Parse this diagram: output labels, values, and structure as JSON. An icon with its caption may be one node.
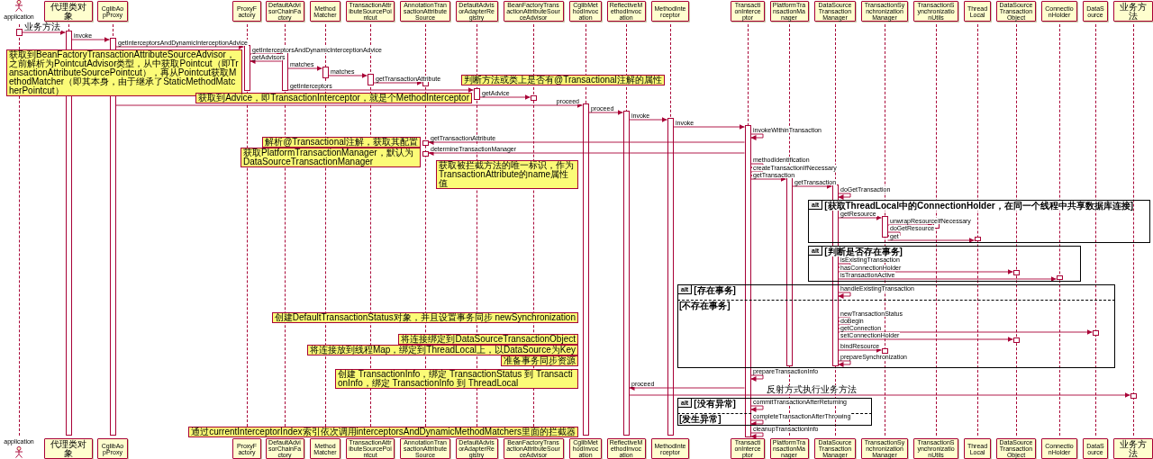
{
  "diagram": {
    "nodes": [
      {
        "text": [
          "application"
        ]
      },
      {
        "text": [
          "代理类对象"
        ]
      },
      {
        "text": [
          "CglibAopProxy"
        ]
      },
      {
        "text": [
          "ProxyFactory"
        ]
      },
      {
        "text": [
          "DefaultAdvisorChainFactory"
        ]
      },
      {
        "text": [
          "MethodMatcher"
        ]
      },
      {
        "text": [
          "TransactionAttributeSourcePointcut"
        ]
      },
      {
        "text": [
          "AnnotationTransactionAttributeSource"
        ]
      },
      {
        "text": [
          "DefaultAdvisorAdapterRegistry"
        ]
      },
      {
        "text": [
          "BeanFactoryTransactionAttributeSourceAdvisor"
        ]
      },
      {
        "text": [
          "CglibMethodInvocation"
        ]
      },
      {
        "text": [
          "ReflectiveMethodInvocation"
        ]
      },
      {
        "text": [
          "MethodInterceptor"
        ]
      },
      {
        "text": [
          "TransactionInterceptor"
        ]
      },
      {
        "text": [
          "PlatformTransactionManager"
        ]
      },
      {
        "text": [
          "DataSourceTransactionManager"
        ]
      },
      {
        "text": [
          "TransactionSynchronizationManager"
        ]
      },
      {
        "text": [
          "TransactionSynchronizationUtils"
        ]
      },
      {
        "text": [
          "ThreadLocal"
        ]
      },
      {
        "text": [
          "DataSourceTransactionObject"
        ]
      },
      {
        "text": [
          "ConnectionHolder"
        ]
      },
      {
        "text": [
          "DataSource"
        ]
      },
      {
        "text": [
          "业务方法"
        ]
      },
      {
        "text": [
          "application"
        ]
      },
      {
        "text": [
          "代理类对象"
        ]
      },
      {
        "text": [
          "CglibAopProxy"
        ]
      },
      {
        "text": [
          "ProxyFactory"
        ]
      },
      {
        "text": [
          "DefaultAdvisorChainFactory"
        ]
      },
      {
        "text": [
          "MethodMatcher"
        ]
      },
      {
        "text": [
          "TransactionAttributeSourcePointcut"
        ]
      },
      {
        "text": [
          "AnnotationTransactionAttributeSource"
        ]
      },
      {
        "text": [
          "DefaultAdvisorAdapterRegistry"
        ]
      },
      {
        "text": [
          "BeanFactoryTransactionAttributeSourceAdvisor"
        ]
      },
      {
        "text": [
          "CglibMethodInvocation"
        ]
      },
      {
        "text": [
          "ReflectiveMethodInvocation"
        ]
      },
      {
        "text": [
          "MethodInterceptor"
        ]
      },
      {
        "text": [
          "TransactionInterceptor"
        ]
      },
      {
        "text": [
          "PlatformTransactionManager"
        ]
      },
      {
        "text": [
          "DataSourceTransactionManager"
        ]
      },
      {
        "text": [
          "TransactionSynchronizationManager"
        ]
      },
      {
        "text": [
          "TransactionSynchronizationUtils"
        ]
      },
      {
        "text": [
          "ThreadLocal"
        ]
      },
      {
        "text": [
          "DataSourceTransactionObject"
        ]
      },
      {
        "text": [
          "ConnectionHolder"
        ]
      },
      {
        "text": [
          "DataSource"
        ]
      },
      {
        "text": [
          "业务方法"
        ]
      },
      {
        "text": [
          "获取到BeanFactoryTransactionAttributeSourceAdvisor，之前解析为PointcutAdvisor类型，从中获取Pointcut（即TransactionAttributeSourcePointcut），再从Pointcut获取MethodMatcher（即其本身，由于继承了StaticMethodMatcherPointcut）"
        ]
      },
      {
        "text": [
          "判断方法或类上是否有@Transactional注解的属性"
        ]
      },
      {
        "text": [
          "获取到Advice，即TransactionInterceptor，就是个MethodInterceptor"
        ]
      },
      {
        "text": [
          "解析@Transactional注解，获取其配置"
        ]
      },
      {
        "text": [
          "获取PlatformTransactionManager，默认为DataSourceTransactionManager"
        ]
      },
      {
        "text": [
          "获取被拦截方法的唯一标识，作为TransactionAttribute的name属性值"
        ]
      },
      {
        "text": [
          "alt",
          "[获取ThreadLocal中的ConnectionHolder，在同一个线程中共享数据库连接]"
        ]
      },
      {
        "text": [
          "alt",
          "[判断是否存在事务]"
        ]
      },
      {
        "text": [
          "alt",
          "[存在事务]"
        ]
      },
      {
        "text": [
          "创建DefaultTransactionStatus对象，并且设置事务同步 newSynchronization"
        ]
      },
      {
        "text": [
          "将连接绑定到DataSourceTransactionObject"
        ]
      },
      {
        "text": [
          "将连接放到线程Map，绑定到ThreadLocal上，以DataSource为Key"
        ]
      },
      {
        "text": [
          "准备事务同步资源"
        ]
      },
      {
        "text": [
          "创建 TransactionInfo，绑定 TransactionStatus 到 TransactionInfo，绑定 TransactionInfo 到 ThreadLocal"
        ]
      },
      {
        "text": [
          "alt",
          "[没有异常]"
        ]
      },
      {
        "text": [
          "通过currentInterceptorIndex索引依次调用interceptorsAndDynamicMethodMatchers里面的拦截器"
        ]
      },
      {
        "text": [],
        "shape": "bar"
      },
      {
        "text": [],
        "shape": "bar"
      },
      {
        "text": [],
        "shape": "bar"
      },
      {
        "text": [],
        "shape": "bar"
      },
      {
        "text": [],
        "shape": "bar"
      },
      {
        "text": [],
        "shape": "bar"
      },
      {
        "text": [],
        "shape": "bar"
      },
      {
        "text": [],
        "shape": "bar"
      },
      {
        "text": [],
        "shape": "bar"
      },
      {
        "text": [],
        "shape": "bar"
      },
      {
        "text": [],
        "shape": "bar"
      },
      {
        "text": [],
        "shape": "bar"
      },
      {
        "text": [],
        "shape": "bar"
      },
      {
        "text": [],
        "shape": "bar"
      },
      {
        "text": [],
        "shape": "bar"
      },
      {
        "text": [],
        "shape": "bar"
      },
      {
        "text": [],
        "shape": "bar"
      },
      {
        "text": [],
        "shape": "bar"
      },
      {
        "text": [],
        "shape": "bar"
      },
      {
        "text": [],
        "shape": "bar"
      },
      {
        "text": [],
        "shape": "bar"
      },
      {
        "text": [],
        "shape": "bar"
      },
      {
        "text": [],
        "shape": "bar"
      },
      {
        "text": [],
        "shape": "bar"
      },
      {
        "text": [],
        "shape": "bar"
      },
      {
        "text": [],
        "shape": "bar"
      },
      {
        "text": [],
        "shape": "bar"
      }
    ],
    "edges": [
      {
        "from": 62,
        "to": 63,
        "label": "业务方法",
        "arrow": "to"
      },
      {
        "from": 63,
        "to": 64,
        "label": "invoke",
        "arrow": "to"
      },
      {
        "from": 64,
        "to": 65,
        "label": "getInterceptorsAndDynamicInterceptionAdvice",
        "arrow": "to"
      },
      {
        "from": 65,
        "to": 66,
        "label": "getInterceptorsAndDynamicInterceptionAdvice",
        "arrow": "to"
      },
      {
        "from": 66,
        "to": 65,
        "label": "getAdvisors",
        "arrow": "to"
      },
      {
        "from": 66,
        "to": 67,
        "label": "matches",
        "arrow": "to"
      },
      {
        "from": 67,
        "to": 68,
        "label": "matches",
        "arrow": "to"
      },
      {
        "from": 68,
        "to": 69,
        "label": "getTransactionAttribute",
        "arrow": "to"
      },
      {
        "from": 66,
        "to": 72,
        "label": "getInterceptors",
        "arrow": "to"
      },
      {
        "from": 72,
        "to": 73,
        "label": "getAdvice",
        "arrow": "to"
      },
      {
        "from": 64,
        "to": 74,
        "label": "proceed",
        "arrow": "to"
      },
      {
        "from": 74,
        "to": 75,
        "label": "proceed",
        "arrow": "to"
      },
      {
        "from": 75,
        "to": 76,
        "label": "invoke",
        "arrow": "to"
      },
      {
        "from": 76,
        "to": 77,
        "label": "invoke",
        "arrow": "to"
      },
      {
        "from": 77,
        "to": 77,
        "label": "invokeWithinTransaction",
        "arrow": "to"
      },
      {
        "from": 77,
        "to": 70,
        "label": "getTransactionAttribute",
        "arrow": "to"
      },
      {
        "from": 77,
        "to": 71,
        "label": "determineTransactionManager",
        "arrow": "to"
      },
      {
        "from": 77,
        "to": 77,
        "label": "methodIdentification",
        "arrow": "to"
      },
      {
        "from": 77,
        "to": 77,
        "label": "createTransactionIfNecessary",
        "arrow": "to"
      },
      {
        "from": 77,
        "to": 78,
        "label": "getTransaction",
        "arrow": "to"
      },
      {
        "from": 78,
        "to": 79,
        "label": "getTransaction",
        "arrow": "to"
      },
      {
        "from": 79,
        "to": 79,
        "label": "doGetTransaction",
        "arrow": "to"
      },
      {
        "from": 79,
        "to": 80,
        "label": "getResource",
        "arrow": "to"
      },
      {
        "from": 80,
        "to": 82,
        "label": "unwrapResourceIfNecessary",
        "arrow": "to"
      },
      {
        "from": 80,
        "to": 80,
        "label": "doGetResource",
        "arrow": "to"
      },
      {
        "from": 80,
        "to": 83,
        "label": "get",
        "arrow": "to"
      },
      {
        "from": 79,
        "to": 79,
        "label": "isExistingTransaction",
        "arrow": "to"
      },
      {
        "from": 79,
        "to": 84,
        "label": "hasConnectionHolder",
        "arrow": "to"
      },
      {
        "from": 79,
        "to": 86,
        "label": "isTransactionActive",
        "arrow": "to"
      },
      {
        "from": 79,
        "to": 79,
        "label": "handleExistingTransaction",
        "arrow": "to"
      },
      {
        "from": 79,
        "to": 79,
        "label": "newTransactionStatus",
        "arrow": "to"
      },
      {
        "from": 79,
        "to": 79,
        "label": "doBegin",
        "arrow": "to"
      },
      {
        "from": 79,
        "to": 87,
        "label": "getConnection",
        "arrow": "to"
      },
      {
        "from": 79,
        "to": 85,
        "label": "setConnectionHolder",
        "arrow": "to"
      },
      {
        "from": 79,
        "to": 81,
        "label": "bindResource",
        "arrow": "to"
      },
      {
        "from": 79,
        "to": 79,
        "label": "prepareSynchronization",
        "arrow": "to"
      },
      {
        "from": 77,
        "to": 77,
        "label": "prepareTransactionInfo",
        "arrow": "to"
      },
      {
        "from": 77,
        "to": 75,
        "label": "proceed",
        "arrow": "to"
      },
      {
        "from": 75,
        "to": 88,
        "label": "反射方式执行业务方法",
        "arrow": "to"
      },
      {
        "from": 77,
        "to": 77,
        "label": "commitTransactionAfterReturning",
        "arrow": "to"
      },
      {
        "from": 77,
        "to": 77,
        "label": "completeTransactionAfterThrowing",
        "arrow": "to"
      },
      {
        "from": 77,
        "to": 77,
        "label": "cleanupTransactionInfo",
        "arrow": "to"
      }
    ],
    "labels": [
      "[不存在事务]",
      "[发生异常]"
    ]
  }
}
